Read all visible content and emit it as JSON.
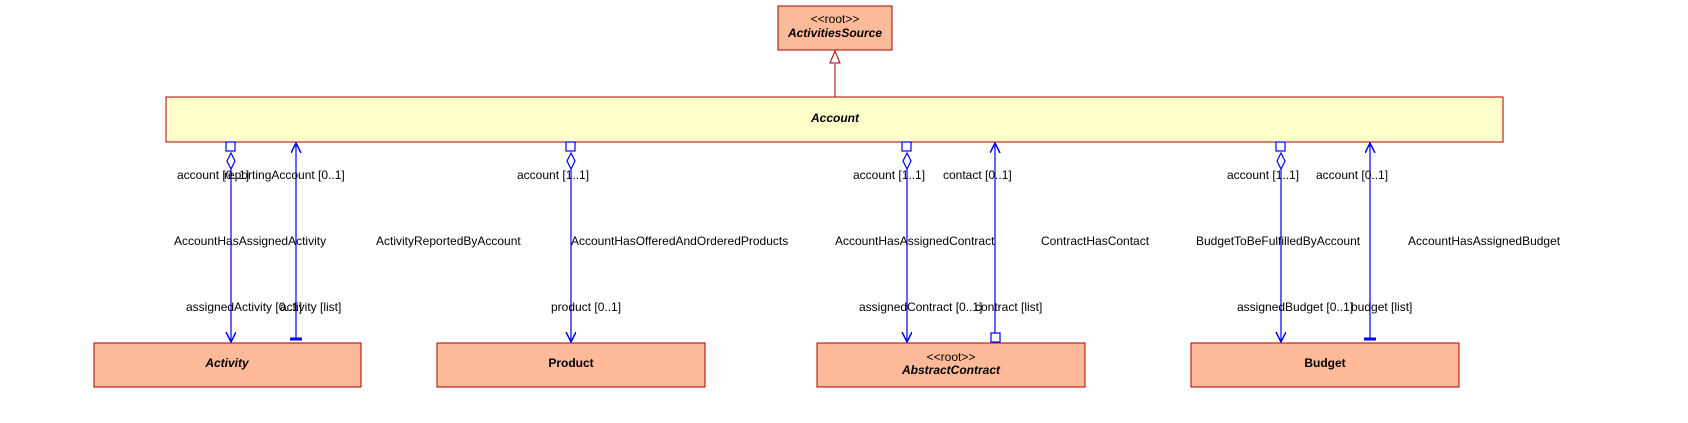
{
  "root": {
    "stereotype": "<<root>>",
    "name": "ActivitiesSource"
  },
  "account": {
    "name": "Account"
  },
  "classes": {
    "activity": {
      "name": "Activity"
    },
    "product": {
      "name": "Product"
    },
    "abstract_contract": {
      "stereotype": "<<root>>",
      "name": "AbstractContract"
    },
    "budget": {
      "name": "Budget"
    }
  },
  "associations": {
    "assigned_activity": {
      "name": "AccountHasAssignedActivity",
      "source_role": "account [0..1]",
      "target_role": "assignedActivity [0..1]"
    },
    "reported_by": {
      "name": "ActivityReportedByAccount",
      "source_role": "reportingAccount [0..1]",
      "target_role": "activity [list]"
    },
    "offered_products": {
      "name": "AccountHasOfferedAndOrderedProducts",
      "source_role": "account [1..1]",
      "target_role": "product [0..1]"
    },
    "assigned_contract": {
      "name": "AccountHasAssignedContract",
      "source_role": "account [1..1]",
      "target_role": "assignedContract [0..1]"
    },
    "contract_contact": {
      "name": "ContractHasContact",
      "source_role": "contact [0..1]",
      "target_role": "contract [list]"
    },
    "budget_fulfilled": {
      "name": "BudgetToBeFulfilledByAccount",
      "source_role": "account [1..1]",
      "target_role": "assignedBudget [0..1]"
    },
    "assigned_budget": {
      "name": "AccountHasAssignedBudget",
      "source_role": "account [0..1]",
      "target_role": "budget [list]"
    }
  },
  "colors": {
    "class_fill": "#ffbb99",
    "account_fill": "#ffffcc",
    "border": "#aa0000",
    "line": "#0000ff",
    "generalization": "#aa0000"
  }
}
